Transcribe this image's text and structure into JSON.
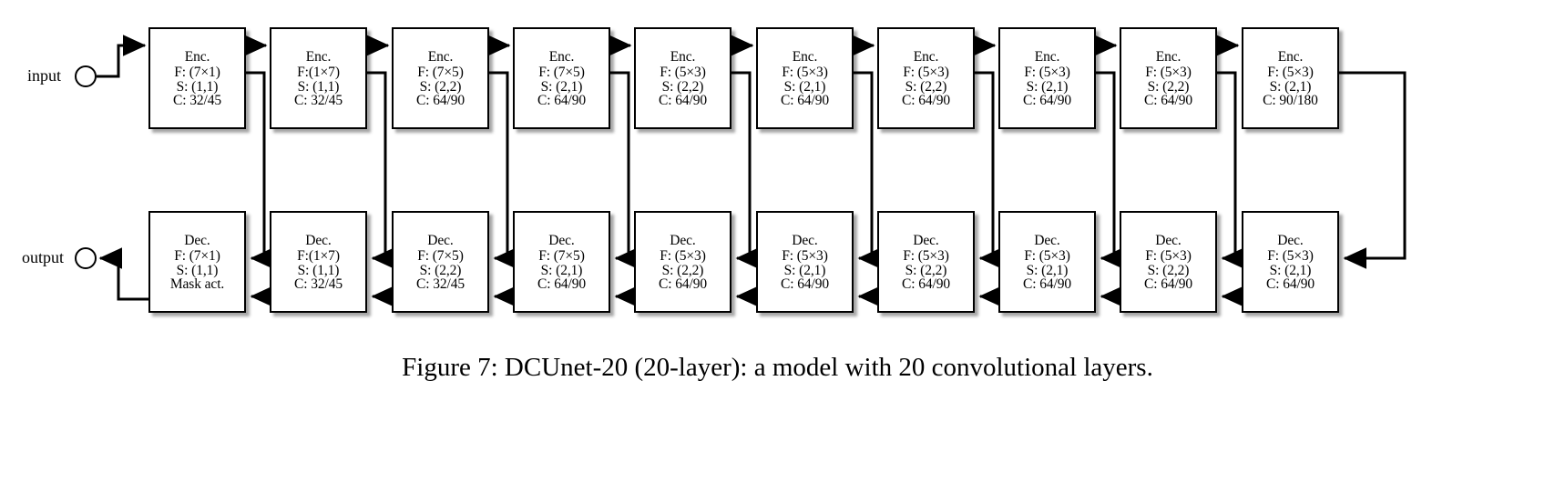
{
  "figure": {
    "caption": "Figure 7: DCUnet-20 (20-layer): a model with 20 convolutional layers.",
    "input_label": "input",
    "output_label": "output",
    "encoder_head": "Enc.",
    "decoder_head": "Dec."
  },
  "encoders": [
    {
      "head": "Enc.",
      "filter": "F: (7×1)",
      "stride": "S: (1,1)",
      "channels": "C: 32/45"
    },
    {
      "head": "Enc.",
      "filter": "F:(1×7)",
      "stride": "S: (1,1)",
      "channels": "C: 32/45"
    },
    {
      "head": "Enc.",
      "filter": "F: (7×5)",
      "stride": "S: (2,2)",
      "channels": "C: 64/90"
    },
    {
      "head": "Enc.",
      "filter": "F: (7×5)",
      "stride": "S: (2,1)",
      "channels": "C: 64/90"
    },
    {
      "head": "Enc.",
      "filter": "F: (5×3)",
      "stride": "S: (2,2)",
      "channels": "C: 64/90"
    },
    {
      "head": "Enc.",
      "filter": "F: (5×3)",
      "stride": "S: (2,1)",
      "channels": "C: 64/90"
    },
    {
      "head": "Enc.",
      "filter": "F: (5×3)",
      "stride": "S: (2,2)",
      "channels": "C: 64/90"
    },
    {
      "head": "Enc.",
      "filter": "F: (5×3)",
      "stride": "S: (2,1)",
      "channels": "C: 64/90"
    },
    {
      "head": "Enc.",
      "filter": "F: (5×3)",
      "stride": "S: (2,2)",
      "channels": "C: 64/90"
    },
    {
      "head": "Enc.",
      "filter": "F: (5×3)",
      "stride": "S: (2,1)",
      "channels": "C: 90/180"
    }
  ],
  "decoders": [
    {
      "head": "Dec.",
      "filter": "F: (7×1)",
      "stride": "S: (1,1)",
      "channels": "Mask act."
    },
    {
      "head": "Dec.",
      "filter": "F:(1×7)",
      "stride": "S: (1,1)",
      "channels": "C: 32/45"
    },
    {
      "head": "Dec.",
      "filter": "F: (7×5)",
      "stride": "S: (2,2)",
      "channels": "C: 32/45"
    },
    {
      "head": "Dec.",
      "filter": "F: (7×5)",
      "stride": "S: (2,1)",
      "channels": "C: 64/90"
    },
    {
      "head": "Dec.",
      "filter": "F: (5×3)",
      "stride": "S: (2,2)",
      "channels": "C: 64/90"
    },
    {
      "head": "Dec.",
      "filter": "F: (5×3)",
      "stride": "S: (2,1)",
      "channels": "C: 64/90"
    },
    {
      "head": "Dec.",
      "filter": "F: (5×3)",
      "stride": "S: (2,2)",
      "channels": "C: 64/90"
    },
    {
      "head": "Dec.",
      "filter": "F: (5×3)",
      "stride": "S: (2,1)",
      "channels": "C: 64/90"
    },
    {
      "head": "Dec.",
      "filter": "F: (5×3)",
      "stride": "S: (2,2)",
      "channels": "C: 64/90"
    },
    {
      "head": "Dec.",
      "filter": "F: (5×3)",
      "stride": "S: (2,1)",
      "channels": "C: 64/90"
    }
  ],
  "colors": {
    "stroke": "#000000",
    "node_fill": "#ffffff",
    "background": "#ffffff"
  }
}
